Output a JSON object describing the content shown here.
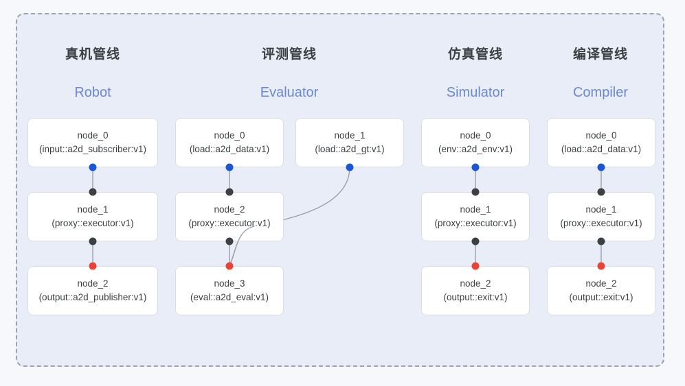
{
  "diagram": {
    "background_color": "#f6f8fb",
    "panel_color": "#e8edf8",
    "panel_border_color": "#9aa3ae",
    "accent_color": "#6b89cf",
    "port_out_color": "#1a56d6",
    "port_in_color": "#3c4043",
    "port_final_color": "#ea4335",
    "edge_color": "#9aa0a6"
  },
  "columns": [
    {
      "title_cn": "真机管线",
      "title_en": "Robot",
      "nodes": [
        {
          "name": "node_0",
          "spec": "(input::a2d_subscriber:v1)"
        },
        {
          "name": "node_1",
          "spec": "(proxy::executor:v1)"
        },
        {
          "name": "node_2",
          "spec": "(output::a2d_publisher:v1)"
        }
      ]
    },
    {
      "title_cn": "评测管线",
      "title_en": "Evaluator",
      "nodes": [
        {
          "name": "node_0",
          "spec": "(load::a2d_data:v1)"
        },
        {
          "name": "node_1",
          "spec": "(load::a2d_gt:v1)"
        },
        {
          "name": "node_2",
          "spec": "(proxy::executor:v1)"
        },
        {
          "name": "node_3",
          "spec": "(eval::a2d_eval:v1)"
        }
      ]
    },
    {
      "title_cn": "仿真管线",
      "title_en": "Simulator",
      "nodes": [
        {
          "name": "node_0",
          "spec": "(env::a2d_env:v1)"
        },
        {
          "name": "node_1",
          "spec": "(proxy::executor:v1)"
        },
        {
          "name": "node_2",
          "spec": "(output::exit:v1)"
        }
      ]
    },
    {
      "title_cn": "编译管线",
      "title_en": "Compiler",
      "nodes": [
        {
          "name": "node_0",
          "spec": "(load::a2d_data:v1)"
        },
        {
          "name": "node_1",
          "spec": "(proxy::executor:v1)"
        },
        {
          "name": "node_2",
          "spec": "(output::exit:v1)"
        }
      ]
    }
  ]
}
